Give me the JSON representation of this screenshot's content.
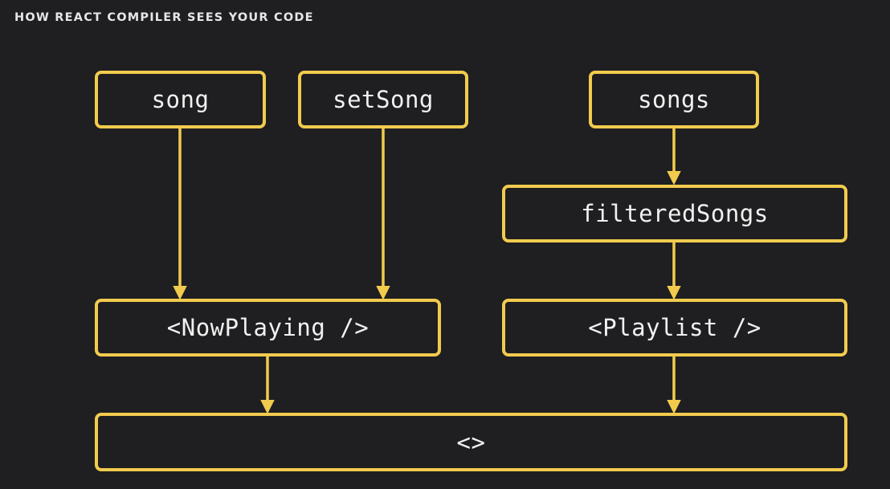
{
  "header": {
    "title": "HOW REACT COMPILER SEES YOUR CODE"
  },
  "diagram": {
    "nodes": {
      "song": "song",
      "setSong": "setSong",
      "songs": "songs",
      "filteredSongs": "filteredSongs",
      "nowPlaying": "<NowPlaying />",
      "playlist": "<Playlist />",
      "fragment": "<>"
    },
    "edges": [
      {
        "from": "song",
        "to": "nowPlaying"
      },
      {
        "from": "setSong",
        "to": "nowPlaying"
      },
      {
        "from": "songs",
        "to": "filteredSongs"
      },
      {
        "from": "filteredSongs",
        "to": "playlist"
      },
      {
        "from": "nowPlaying",
        "to": "fragment"
      },
      {
        "from": "playlist",
        "to": "fragment"
      }
    ]
  },
  "colors": {
    "background": "#1f1f21",
    "accent": "#f2cb4e",
    "text": "#f1f1f1"
  }
}
